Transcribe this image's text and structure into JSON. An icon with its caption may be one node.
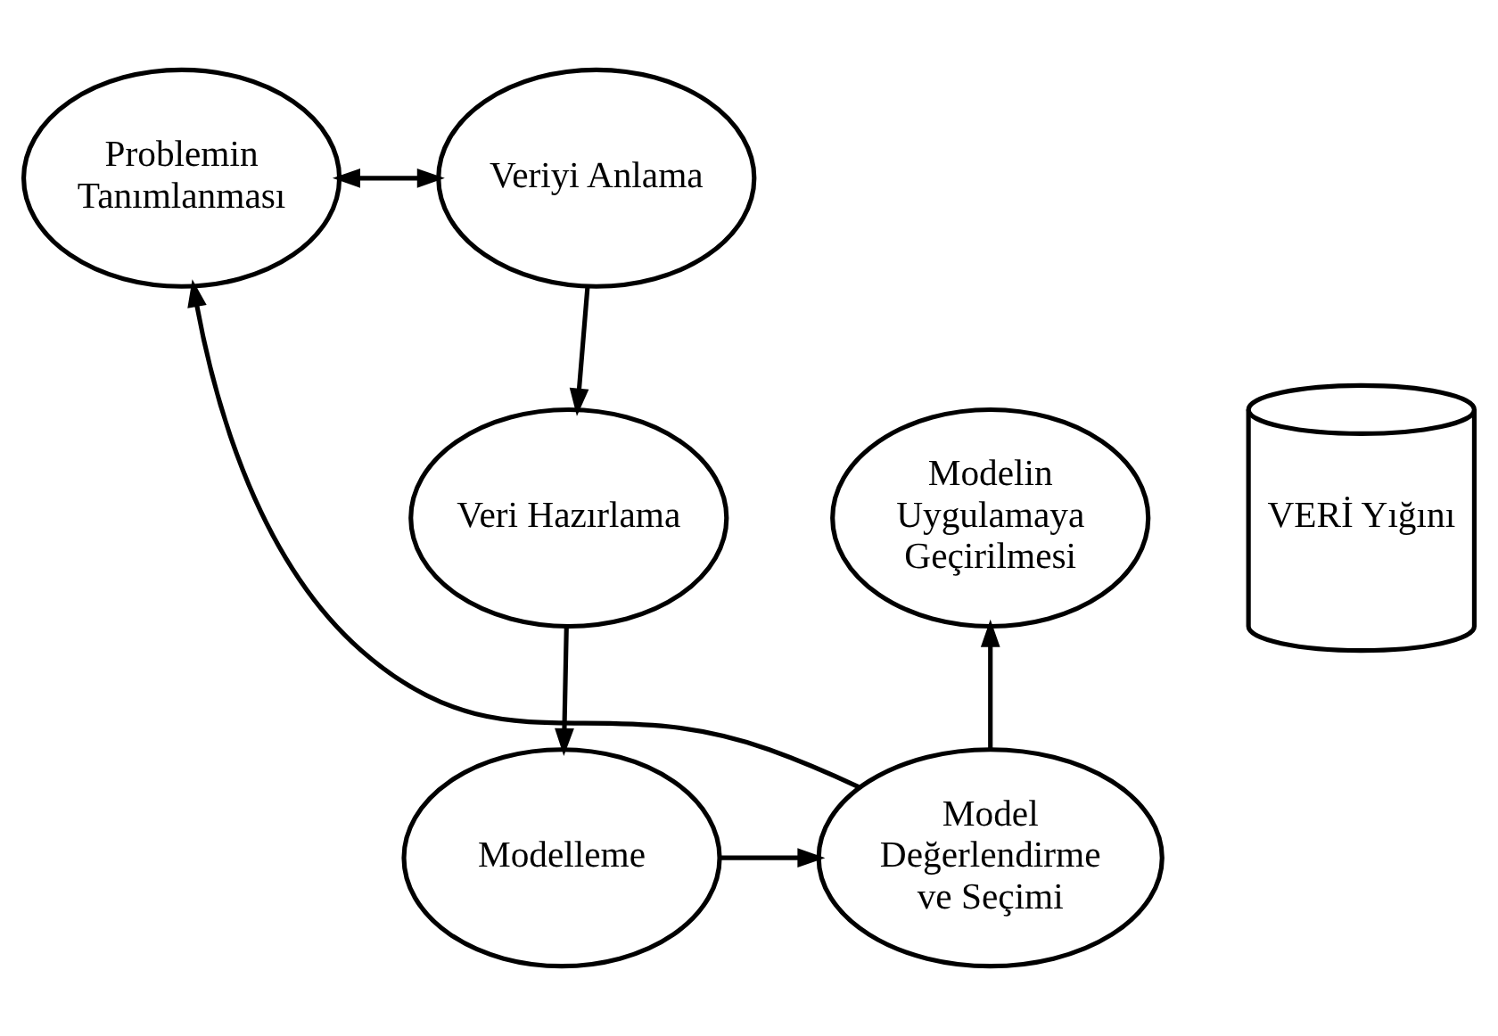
{
  "diagram": {
    "nodes": [
      {
        "text": [
          "Problemin Tanımlanması"
        ]
      },
      {
        "text": [
          "Veriyi Anlama"
        ]
      },
      {
        "text": [
          "Veri Hazırlama"
        ]
      },
      {
        "text": [
          "Modelleme"
        ]
      },
      {
        "text": [
          "Model Değerlendirme ve Seçimi"
        ]
      },
      {
        "text": [
          "Modelin Uygulamaya Geçirilmesi"
        ]
      },
      {
        "text": [
          "VERİ Yığını"
        ]
      }
    ],
    "edges": [
      {
        "from": 0,
        "to": 1,
        "arrow": "both"
      },
      {
        "from": 1,
        "to": 2,
        "arrow": "to"
      },
      {
        "from": 2,
        "to": 3,
        "arrow": "to"
      },
      {
        "from": 3,
        "to": 4,
        "arrow": "to"
      },
      {
        "from": 4,
        "to": 5,
        "arrow": "to"
      },
      {
        "from": 4,
        "to": 0,
        "arrow": "to"
      }
    ]
  }
}
